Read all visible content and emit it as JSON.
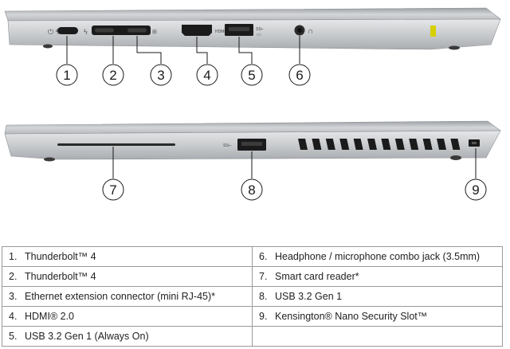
{
  "callouts": [
    "1",
    "2",
    "3",
    "4",
    "5",
    "6",
    "7",
    "8",
    "9"
  ],
  "port_labels": {
    "hdmi": "HDMI",
    "usb": "SS⇠"
  },
  "ports_table": {
    "rows": [
      [
        {
          "num": "1.",
          "label": "Thunderbolt™ 4"
        },
        {
          "num": "6.",
          "label": "Headphone / microphone combo jack (3.5mm)"
        }
      ],
      [
        {
          "num": "2.",
          "label": "Thunderbolt™ 4"
        },
        {
          "num": "7.",
          "label": "Smart card reader*"
        }
      ],
      [
        {
          "num": "3.",
          "label": "Ethernet extension connector (mini RJ-45)*"
        },
        {
          "num": "8.",
          "label": "USB 3.2 Gen 1"
        }
      ],
      [
        {
          "num": "4.",
          "label": "HDMI® 2.0"
        },
        {
          "num": "9.",
          "label": "Kensington® Nano Security Slot™"
        }
      ],
      [
        {
          "num": "5.",
          "label": "USB 3.2 Gen 1 (Always On)"
        },
        {
          "num": "",
          "label": ""
        }
      ]
    ]
  },
  "colors": {
    "chassis": "#c9cccf",
    "port_black": "#1b1b1b",
    "led_yellow": "#d7d000",
    "text": "#222222",
    "border": "#9a9a9a"
  }
}
